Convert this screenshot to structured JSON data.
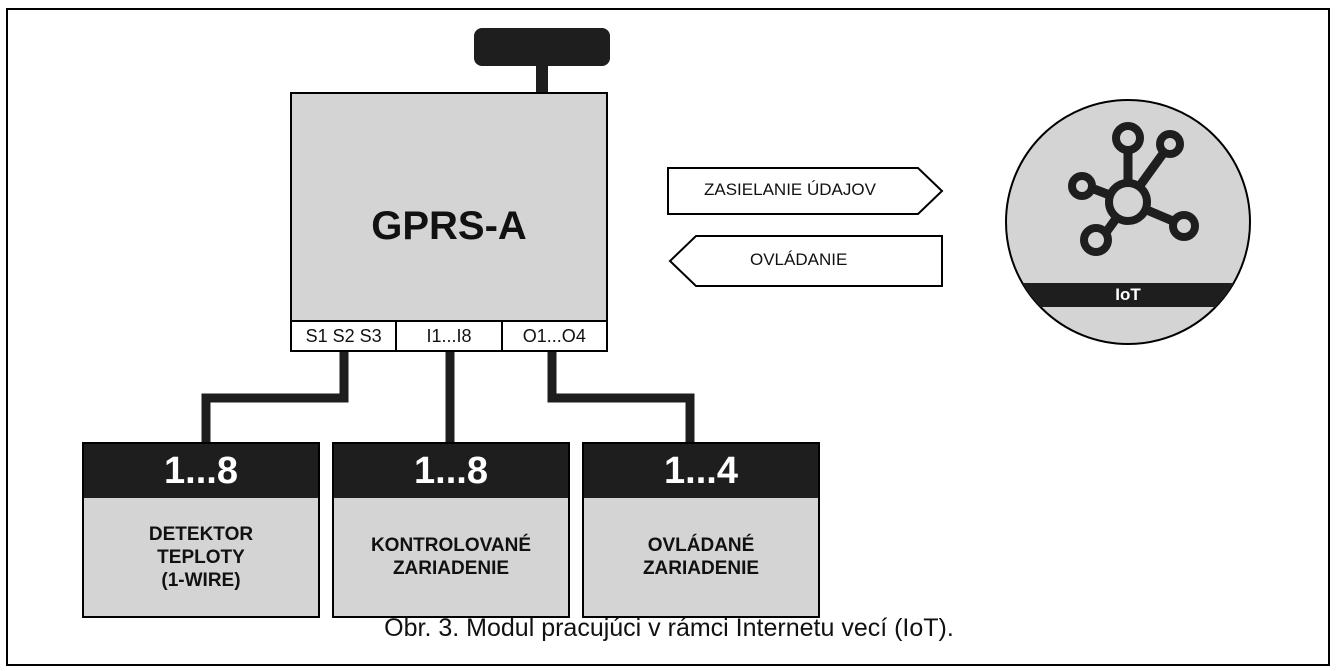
{
  "module": {
    "title": "GPRS-A",
    "ports": [
      "S1 S2 S3",
      "I1...I8",
      "O1...O4"
    ]
  },
  "arrows": {
    "send": "ZASIELANIE ÚDAJOV",
    "control": "OVLÁDANIE"
  },
  "iot": {
    "label": "IoT"
  },
  "devices": [
    {
      "range": "1...8",
      "label": "DETEKTOR\nTEPLOTY\n(1-WIRE)"
    },
    {
      "range": "1...8",
      "label": "KONTROLOVANÉ\nZARIADENIE"
    },
    {
      "range": "1...4",
      "label": "OVLÁDANÉ\nZARIADENIE"
    }
  ],
  "caption": "Obr. 3. Modul pracujúci v rámci Internetu vecí (IoT).",
  "colors": {
    "box_fill": "#d4d4d4",
    "dark": "#1e1e1e",
    "line": "#000000"
  }
}
